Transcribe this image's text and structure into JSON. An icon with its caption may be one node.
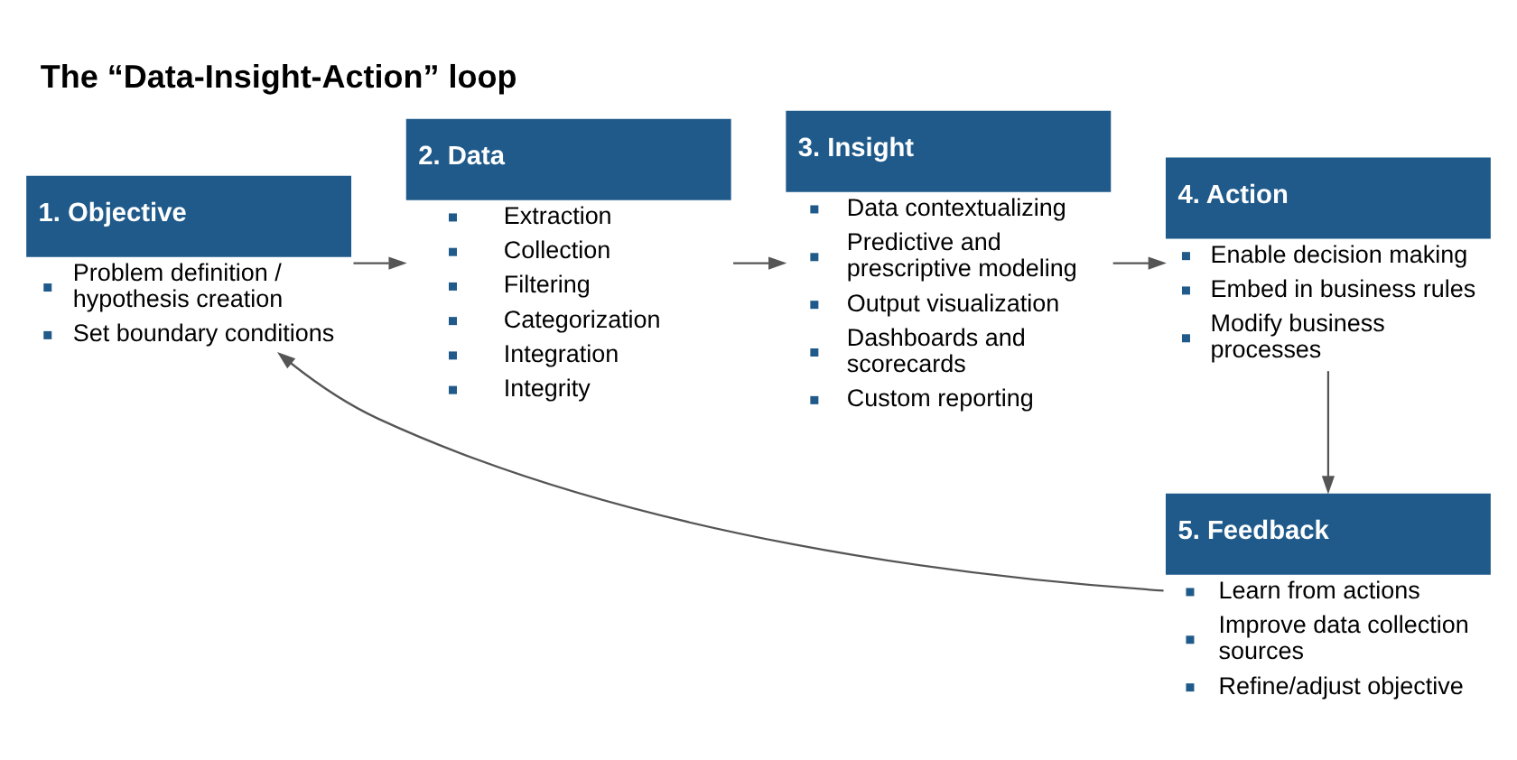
{
  "diagram": {
    "title": "The “Data-Insight-Action” loop",
    "nodes": [
      {
        "text": [
          "1. Objective",
          "Problem definition / hypothesis creation",
          "Set boundary conditions"
        ]
      },
      {
        "text": [
          "2. Data",
          "Extraction",
          "Collection",
          "Filtering",
          "Categorization",
          "Integration",
          "Integrity"
        ]
      },
      {
        "text": [
          "3. Insight",
          "Data contextualizing",
          "Predictive and prescriptive modeling",
          "Output visualization",
          "Dashboards and scorecards",
          "Custom reporting"
        ]
      },
      {
        "text": [
          "4. Action",
          "Enable decision making",
          "Embed in business rules",
          "Modify business processes"
        ]
      },
      {
        "text": [
          "5. Feedback",
          "Learn from actions",
          "Improve data collection sources",
          "Refine/adjust objective"
        ]
      }
    ],
    "edges": [
      {
        "from": 0,
        "to": 1,
        "arrow": "to"
      },
      {
        "from": 1,
        "to": 2,
        "arrow": "to"
      },
      {
        "from": 2,
        "to": 3,
        "arrow": "to"
      },
      {
        "from": 3,
        "to": 4,
        "arrow": "to"
      },
      {
        "from": 4,
        "to": 0,
        "arrow": "to"
      }
    ]
  }
}
